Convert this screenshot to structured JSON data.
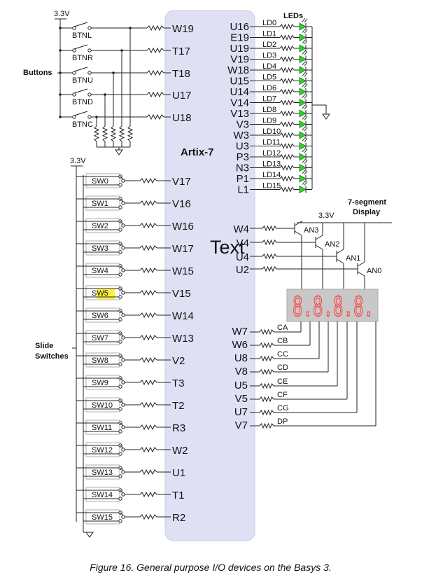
{
  "power": {
    "label": "3.3V"
  },
  "chip": {
    "name": "Artix-7",
    "overlay_text": "Text",
    "left_pins": {
      "buttons": [
        "W19",
        "T17",
        "T18",
        "U17",
        "U18"
      ],
      "switches": [
        "V17",
        "V16",
        "W16",
        "W17",
        "W15",
        "V15",
        "W14",
        "W13",
        "V2",
        "T3",
        "T2",
        "R3",
        "W2",
        "U1",
        "T1",
        "R2"
      ]
    },
    "right_pins": {
      "leds": [
        "U16",
        "E19",
        "U19",
        "V19",
        "W18",
        "U15",
        "U14",
        "V14",
        "V13",
        "V3",
        "W3",
        "U3",
        "P3",
        "N3",
        "P1",
        "L1"
      ],
      "anodes": [
        "W4",
        "V4",
        "U4",
        "U2"
      ],
      "cathodes": [
        "W7",
        "W6",
        "U8",
        "V8",
        "U5",
        "V5",
        "U7",
        "V7"
      ]
    }
  },
  "buttons": {
    "group_label": "Buttons",
    "labels": [
      "BTNL",
      "BTNR",
      "BTNU",
      "BTND",
      "BTNC"
    ]
  },
  "switches": {
    "group_label_line1": "Slide",
    "group_label_line2": "Switches",
    "labels": [
      "SW0",
      "SW1",
      "SW2",
      "SW3",
      "SW4",
      "SW5",
      "SW6",
      "SW7",
      "SW8",
      "SW9",
      "SW10",
      "SW11",
      "SW12",
      "SW13",
      "SW14",
      "SW15"
    ],
    "highlight_index": 5,
    "highlight_color": "#fff23a"
  },
  "leds": {
    "title": "LEDs",
    "labels": [
      "LD0",
      "LD1",
      "LD2",
      "LD3",
      "LD4",
      "LD5",
      "LD6",
      "LD7",
      "LD8",
      "LD9",
      "LD10",
      "LD11",
      "LD12",
      "LD13",
      "LD14",
      "LD15"
    ],
    "color": "#2bd12b"
  },
  "seven_segment": {
    "title_line1": "7-segment",
    "title_line2": "Display",
    "anodes": [
      "AN3",
      "AN2",
      "AN1",
      "AN0"
    ],
    "cathodes": [
      "CA",
      "CB",
      "CC",
      "CD",
      "CE",
      "CF",
      "CG",
      "DP"
    ],
    "display_text": "8.8.8.8.",
    "segment_color": "#ff3b3b",
    "panel_color": "#c8c8c8"
  },
  "colors": {
    "chip_fill": "#dfe0f4",
    "wire": "#222222"
  },
  "caption": "Figure 16. General purpose I/O devices on the Basys 3."
}
